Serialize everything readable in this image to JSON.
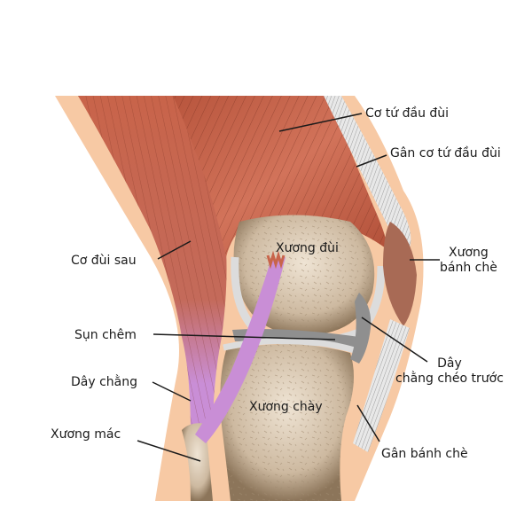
{
  "diagram": {
    "subject": "knee joint anatomy (side view)",
    "colors": {
      "skin": "#f7c9a4",
      "muscle": "#c8644a",
      "muscle_dark": "#a9503b",
      "bone": "#cdb9a0",
      "bone_dark": "#8c755a",
      "cartilage": "#dcdcdc",
      "meniscus": "#8f8f8f",
      "ligament_pink": "#c98ed6",
      "tendon": "#e8e8e8",
      "patella": "#a86a55"
    },
    "labels": [
      {
        "id": "quadriceps",
        "text": "Cơ tứ đầu đùi"
      },
      {
        "id": "quadriceps-tendon",
        "text": "Gân cơ tứ đầu đùi"
      },
      {
        "id": "patella",
        "text": "Xương bánh chè",
        "lines": [
          "Xương",
          "bánh chè"
        ]
      },
      {
        "id": "acl",
        "text": "Dây chằng chéo trước",
        "lines": [
          "Dây",
          "chằng chéo trước"
        ]
      },
      {
        "id": "patellar-tendon",
        "text": "Gân bánh chè"
      },
      {
        "id": "hamstring",
        "text": "Cơ đùi sau"
      },
      {
        "id": "meniscus",
        "text": "Sụn chêm"
      },
      {
        "id": "ligament",
        "text": "Dây chằng"
      },
      {
        "id": "fibula",
        "text": "Xương mác"
      },
      {
        "id": "femur",
        "text": "Xương đùi"
      },
      {
        "id": "tibia",
        "text": "Xương chày"
      }
    ]
  }
}
